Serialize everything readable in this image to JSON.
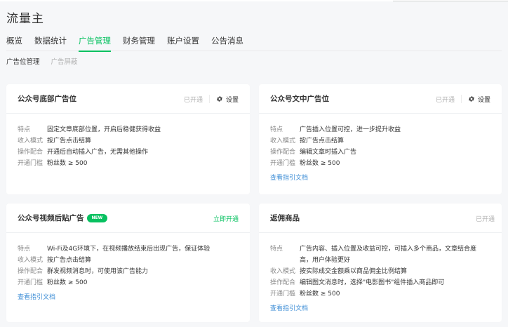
{
  "app": {
    "title": "流量主"
  },
  "main_tabs": [
    {
      "label": "概览",
      "active": false
    },
    {
      "label": "数据统计",
      "active": false
    },
    {
      "label": "广告管理",
      "active": true
    },
    {
      "label": "财务管理",
      "active": false
    },
    {
      "label": "账户设置",
      "active": false
    },
    {
      "label": "公告消息",
      "active": false
    }
  ],
  "sub_tabs": [
    {
      "label": "广告位管理",
      "active": true
    },
    {
      "label": "广告屏蔽",
      "active": false
    }
  ],
  "labels": {
    "feature": "特点",
    "income_mode": "收入模式",
    "operation": "操作配合",
    "threshold": "开通门槛"
  },
  "colors": {
    "accent": "#07c160",
    "link": "#3e8ed6",
    "muted": "#b2b2b2",
    "background": "#f6f7f9"
  },
  "cards": [
    {
      "title": "公众号底部广告位",
      "status": "已开通",
      "settings_label": "设置",
      "settings_icon": "gear-icon",
      "feature": "固定文章底部位置，开启后稳健获得收益",
      "income_mode": "按广告点击结算",
      "operation": "开通后自动插入广告，无需其他操作",
      "threshold": "粉丝数 ≥ 500"
    },
    {
      "title": "公众号文中广告位",
      "status": "已开通",
      "settings_label": "设置",
      "settings_icon": "gear-icon",
      "feature": "广告插入位置可控，进一步提升收益",
      "income_mode": "按广告点击结算",
      "operation": "编辑文章时插入广告",
      "threshold": "粉丝数 ≥ 500",
      "doc_link": "查看指引文档"
    },
    {
      "title": "公众号视频后贴广告",
      "badge": "NEW",
      "action": "立即开通",
      "feature": "Wi-Fi及4G环境下，在视频播放结束后出现广告，保证体验",
      "income_mode": "按广告点击结算",
      "operation": "群发视频消息时，可使用该广告能力",
      "threshold": "粉丝数 ≥ 500",
      "doc_link": "查看指引文档"
    },
    {
      "title": "返佣商品",
      "status": "已开通",
      "feature": "广告内容、插入位置及收益可控，可插入多个商品，文章结合度高，用户体验更好",
      "income_mode": "按实际成交金额乘以商品佣金比例结算",
      "operation": "编辑图文消息时，选择\"电影图书\"组件插入商品即可",
      "threshold": "粉丝数 ≥ 500",
      "doc_link": "查看指引文档"
    }
  ]
}
